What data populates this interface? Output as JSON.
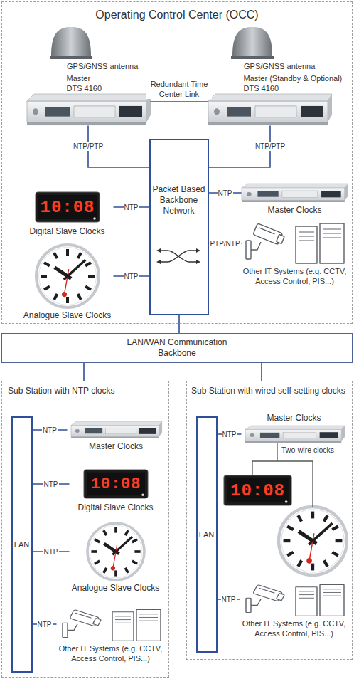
{
  "diagram": {
    "nodes": [
      {
        "text": [
          "Operating Control Center (OCC)"
        ]
      },
      {
        "text": [
          "Master DTS 4160"
        ],
        "in": 0
      },
      {
        "text": [
          "Master (Standby & Optional) DTS 4160"
        ],
        "in": 0
      },
      {
        "text": [
          "Packet Based Backbone Network"
        ],
        "in": 0
      },
      {
        "text": [
          "Digital Slave Clocks"
        ],
        "in": 0
      },
      {
        "text": [
          "Analogue Slave Clocks"
        ],
        "in": 0
      },
      {
        "text": [
          "Master Clocks"
        ],
        "in": 0
      },
      {
        "text": [
          "Other IT Systems (e.g. CCTV, Access Control, PIS...)"
        ],
        "in": 0
      },
      {
        "text": [
          "LAN/WAN Communication Backbone"
        ]
      },
      {
        "text": [
          "Sub Station with NTP clocks"
        ]
      },
      {
        "text": [
          "LAN"
        ],
        "in": 9
      },
      {
        "text": [
          "Master Clocks"
        ],
        "in": 9
      },
      {
        "text": [
          "Digital Slave Clocks"
        ],
        "in": 9
      },
      {
        "text": [
          "Analogue Slave Clocks"
        ],
        "in": 9
      },
      {
        "text": [
          "Other IT Systems (e.g. CCTV, Access Control, PIS...)"
        ],
        "in": 9
      },
      {
        "text": [
          "Sub Station with wired self-setting clocks"
        ]
      },
      {
        "text": [
          "LAN"
        ],
        "in": 15
      },
      {
        "text": [
          "Master Clocks"
        ],
        "in": 15
      },
      {
        "text": [
          "Other IT Systems (e.g. CCTV, Access Control, PIS...)"
        ],
        "in": 15
      }
    ],
    "edges": [
      {
        "from": 1,
        "to": 2,
        "label": "Redundant Time Center Link",
        "arrow": "none"
      },
      {
        "from": 1,
        "to": 3,
        "label": "NTP/PTP",
        "arrow": "none"
      },
      {
        "from": 2,
        "to": 3,
        "label": "NTP/PTP",
        "arrow": "none"
      },
      {
        "from": 4,
        "to": 3,
        "label": "NTP",
        "arrow": "none"
      },
      {
        "from": 5,
        "to": 3,
        "label": "NTP",
        "arrow": "none"
      },
      {
        "from": 3,
        "to": 6,
        "label": "NTP",
        "arrow": "none"
      },
      {
        "from": 3,
        "to": 7,
        "label": "PTP/NTP",
        "arrow": "none"
      },
      {
        "from": 3,
        "to": 8,
        "arrow": "none"
      },
      {
        "from": 8,
        "to": 9,
        "arrow": "none"
      },
      {
        "from": 8,
        "to": 15,
        "arrow": "none"
      },
      {
        "from": 10,
        "to": 11,
        "label": "NTP",
        "arrow": "none"
      },
      {
        "from": 10,
        "to": 12,
        "label": "NTP",
        "arrow": "none"
      },
      {
        "from": 10,
        "to": 13,
        "label": "NTP",
        "arrow": "none"
      },
      {
        "from": 10,
        "to": 14,
        "label": "NTP",
        "arrow": "none"
      },
      {
        "from": 16,
        "to": 17,
        "label": "NTP",
        "arrow": "none"
      },
      {
        "from": 16,
        "to": 18,
        "label": "NTP",
        "arrow": "none"
      }
    ],
    "labels": [
      "GPS/GNSS antenna",
      "GPS/GNSS antenna",
      "10:08",
      "10:08",
      "Two-wire clocks",
      "10:08"
    ]
  }
}
